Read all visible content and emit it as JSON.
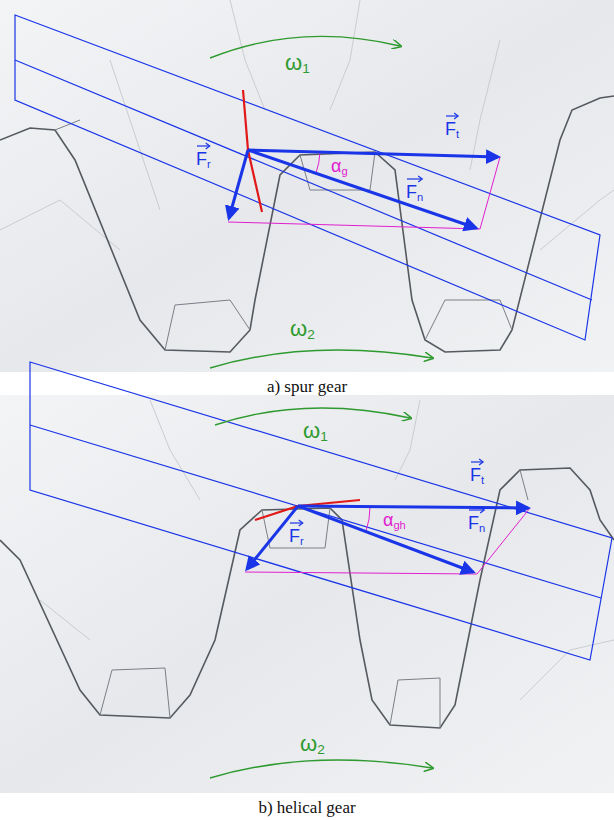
{
  "diagram": {
    "labels": [
      "ω1",
      "Ft",
      "Fr",
      "αg",
      "Fn",
      "ω2",
      "a) spur gear",
      "ω1",
      "Ft",
      "Fr",
      "αgh",
      "Fn",
      "ω2",
      "b) helical gear"
    ]
  }
}
